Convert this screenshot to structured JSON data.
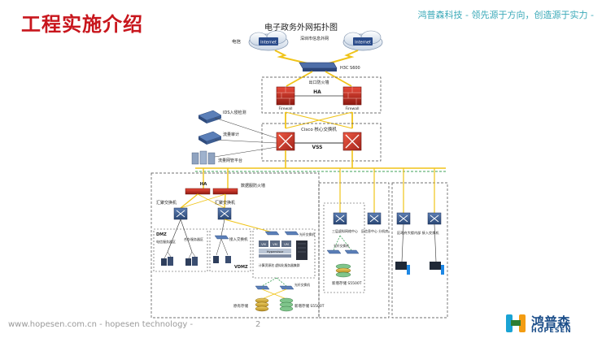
{
  "page": {
    "title": "工程实施介绍",
    "slogan": "鸿普森科技 - 领先源于方向，创造源于实力 -",
    "footer": "www.hopesen.com.cn - hopesen technology -",
    "page_number": "2",
    "logo_cn": "鸿普森",
    "logo_en": "HOPESEN"
  },
  "diagram": {
    "title": "电子政务外网拓扑图",
    "labels": {
      "telecom": "电信",
      "shenzhen_net": "深圳市信息外网",
      "internet1": "Internet",
      "internet2": "Internet",
      "h3c": "H3C S600",
      "firewall_group": "出口防火墙",
      "ha_top": "HA",
      "firewall_left": "Firewall",
      "firewall_right": "Firewall",
      "core_switch": "Cisco 核心交换机",
      "vss": "VSS",
      "ids": "IDS入侵检测",
      "audit": "流量审计",
      "mgmt": "流量网管平台",
      "ha_mid": "HA",
      "fw_dc": "数据服防火墙",
      "agg_left": "汇聚交换机",
      "agg_mid": "汇聚交换机",
      "dmz": "DMZ",
      "dmz_sub1": "电信服务器区",
      "dmz_sub2": "合办服务器区",
      "access_sw": "接入交换机",
      "vdmz": "VDMZ",
      "vm1": "VM",
      "vm2": "VM",
      "vm3": "VM",
      "hypervisor": "Hypervisor",
      "virt": "计算资源池 虚拟化服务器集群",
      "storage_sw1": "光纤交换机",
      "storage_sw2": "光纤交换机",
      "old_storage": "原有存储",
      "new_storage_left": "新增存储 S5500T",
      "info_center": "三层虚拟网络中心",
      "storage_sw3": "光纤交换机",
      "new_storage_right": "新增存储 S5500T",
      "zone_core": "区信息中心 分机房",
      "gov_access": "区政府大楼内部 接入交换机"
    }
  }
}
